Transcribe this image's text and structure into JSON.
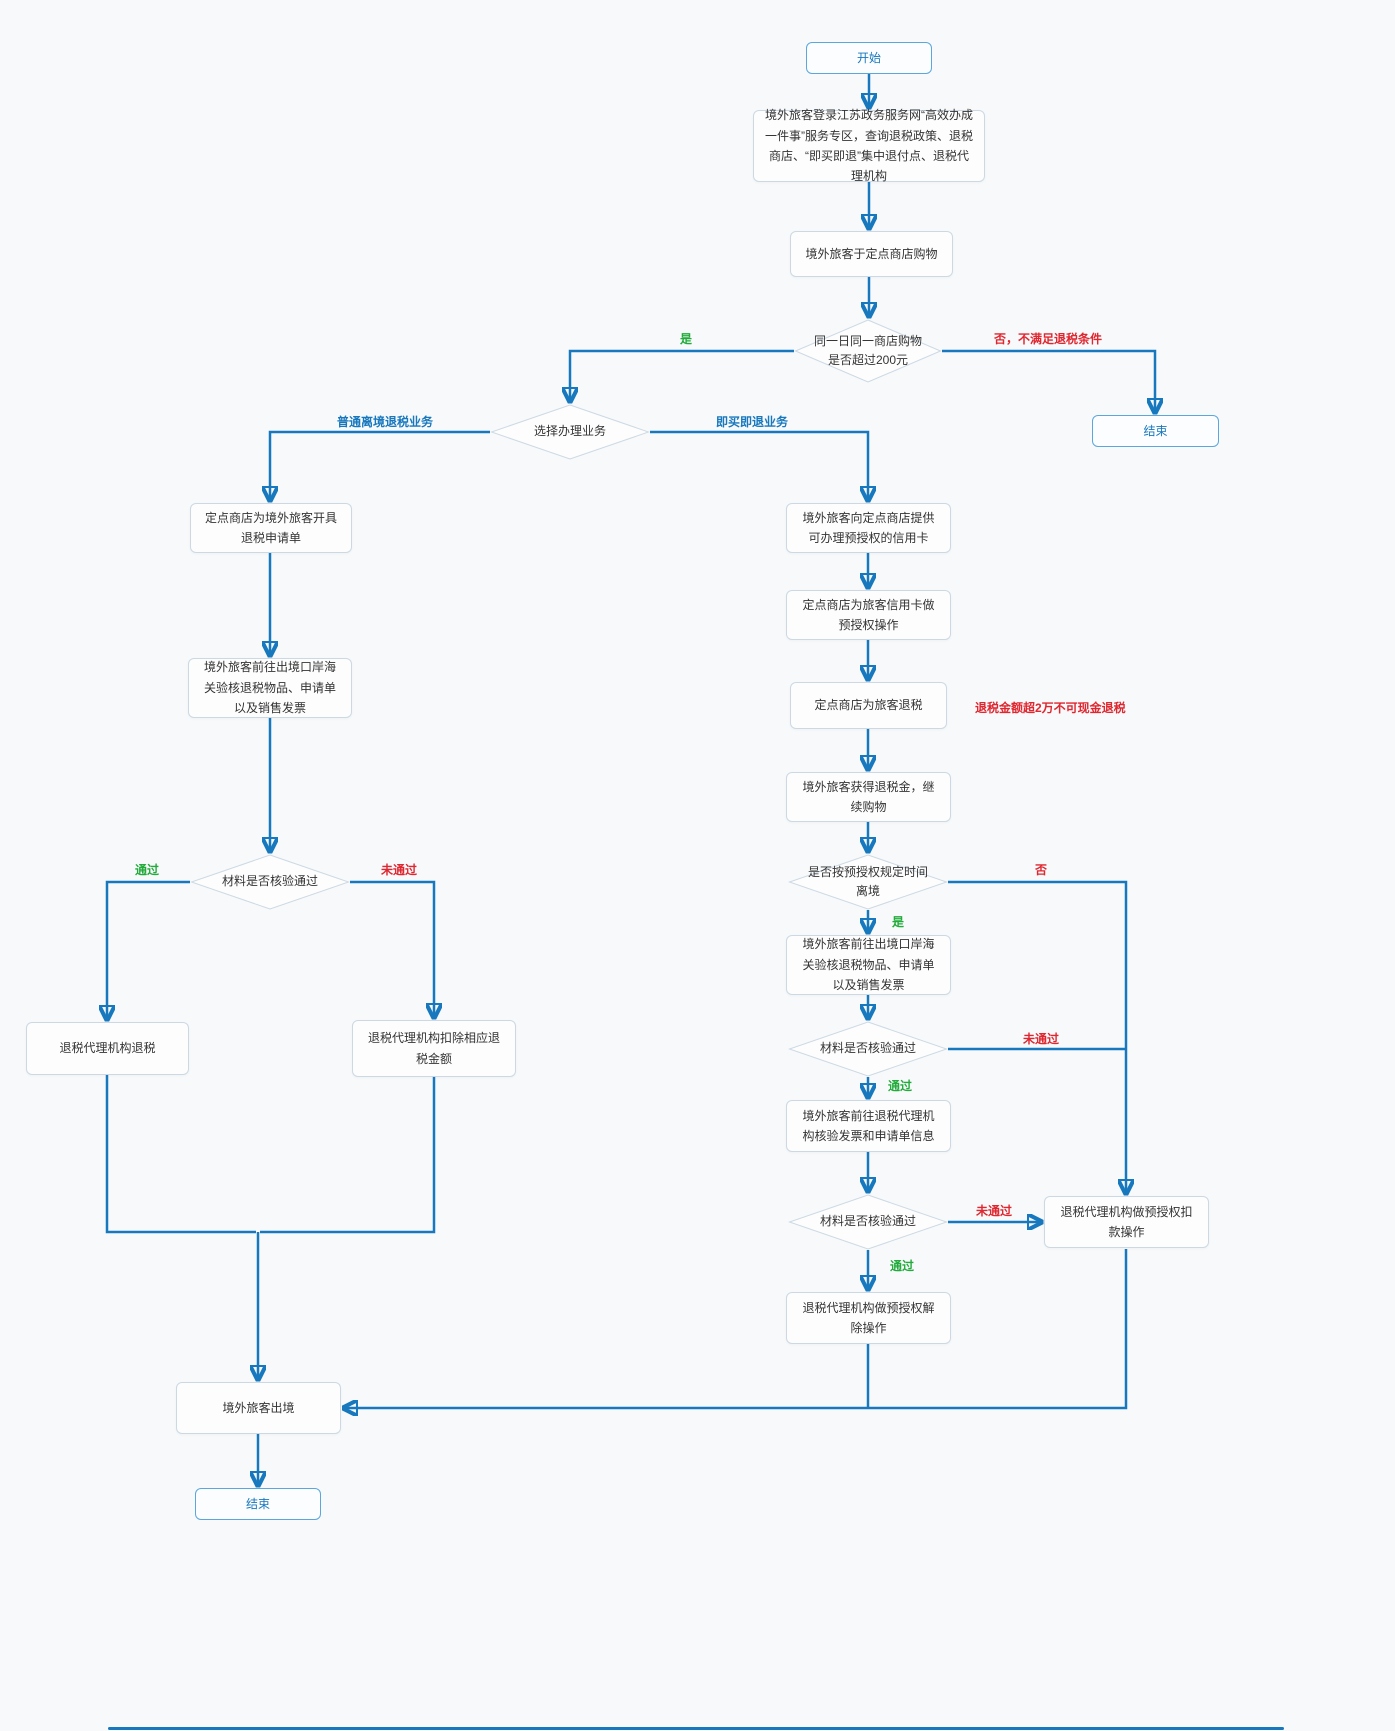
{
  "colors": {
    "arrow": "#1878be",
    "node_border": "#ccd9e4",
    "node_bg": "#fdfdfe",
    "terminal_border": "#5ba7dd",
    "terminal_text": "#1878be",
    "label_green": "#22ab3b",
    "label_red": "#e0262f",
    "label_blue": "#1878be",
    "background": "#f7f9fa",
    "text": "#333333"
  },
  "nodes": {
    "start": "开始",
    "login": "境外旅客登录江苏政务服务网“高效办成一件事”服务专区，查询退税政策、退税商店、“即买即退”集中退付点、退税代理机构",
    "shop": "境外旅客于定点商店购物",
    "over200": "同一日同一商店购物是否超过200元",
    "end_right": "结束",
    "choose": "选择办理业务",
    "issue_form": "定点商店为境外旅客开具退税申请单",
    "customs_left": "境外旅客前往出境口岸海关验核退税物品、申请单以及销售发票",
    "check_left": "材料是否核验通过",
    "agency_refund": "退税代理机构退税",
    "agency_deduct_amount": "退税代理机构扣除相应退税金额",
    "credit_card": "境外旅客向定点商店提供可办理预授权的信用卡",
    "preauth": "定点商店为旅客信用卡做预授权操作",
    "store_refund": "定点商店为旅客退税",
    "get_refund": "境外旅客获得退税金，继续购物",
    "leave_on_time": "是否按预授权规定时间离境",
    "customs_right": "境外旅客前往出境口岸海关验核退税物品、申请单以及销售发票",
    "check_right_1": "材料是否核验通过",
    "agency_verify": "境外旅客前往退税代理机构核验发票和申请单信息",
    "check_right_2": "材料是否核验通过",
    "preauth_charge": "退税代理机构做预授权扣款操作",
    "preauth_release": "退税代理机构做预授权解除操作",
    "exit": "境外旅客出境",
    "end_left": "结束"
  },
  "edge_labels": {
    "yes_over200": "是",
    "no_over200": "否，不满足退税条件",
    "branch_normal": "普通离境退税业务",
    "branch_instant": "即买即退业务",
    "pass_left": "通过",
    "fail_left": "未通过",
    "no_leave": "否",
    "yes_leave": "是",
    "fail_check1": "未通过",
    "pass_check1": "通过",
    "fail_check2": "未通过",
    "pass_check2": "通过",
    "cash_note": "退税金额超2万不可现金退税"
  }
}
